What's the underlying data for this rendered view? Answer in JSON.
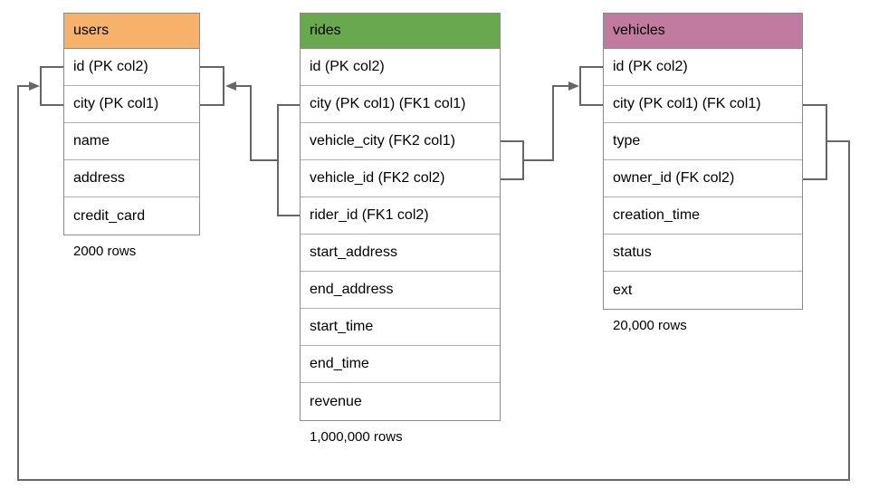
{
  "diagram": {
    "connector_color": "#666666",
    "table_border_color": "#8c8c8c"
  },
  "tables": [
    {
      "name": "users",
      "header_color": "#f6b26b",
      "columns": [
        "id (PK col2)",
        "city (PK col1)",
        "name",
        "address",
        "credit_card"
      ],
      "row_count": "2000 rows"
    },
    {
      "name": "rides",
      "header_color": "#6aa84f",
      "columns": [
        "id (PK col2)",
        "city (PK col1) (FK1 col1)",
        "vehicle_city (FK2 col1)",
        "vehicle_id (FK2 col2)",
        "rider_id (FK1 col2)",
        "start_address",
        "end_address",
        "start_time",
        "end_time",
        "revenue"
      ],
      "row_count": "1,000,000 rows"
    },
    {
      "name": "vehicles",
      "header_color": "#c27ba0",
      "columns": [
        "id (PK col2)",
        "city (PK col1) (FK col1)",
        "type",
        "owner_id (FK col2)",
        "creation_time",
        "status",
        "ext"
      ],
      "row_count": "20,000 rows"
    }
  ],
  "relationships": [
    {
      "name": "FK1",
      "from": "rides (city, rider_id)",
      "to": "users (id, city)"
    },
    {
      "name": "FK2",
      "from": "rides (vehicle_city, vehicle_id)",
      "to": "vehicles (id, city)"
    },
    {
      "name": "FK",
      "from": "vehicles (city, owner_id)",
      "to": "users (id, city)"
    }
  ]
}
